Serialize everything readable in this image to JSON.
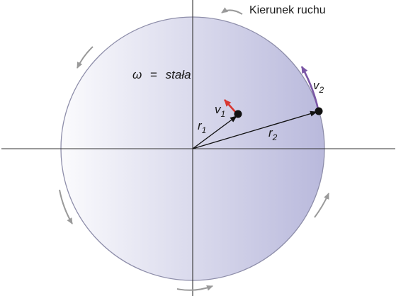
{
  "direction_label": "Kierunek ruchu",
  "omega_symbol": "ω",
  "omega_equals": "=",
  "omega_value": "stała",
  "v1": {
    "symbol": "v",
    "subscript": "1"
  },
  "v2": {
    "symbol": "v",
    "subscript": "2"
  },
  "r1": {
    "symbol": "r",
    "subscript": "1"
  },
  "r2": {
    "symbol": "r",
    "subscript": "2"
  },
  "colors": {
    "disk_left": "#fbfbfd",
    "disk_right": "#b9b9dc",
    "disk_edge": "#8e8eaa",
    "axis": "#333333",
    "arrow_gray": "#9a9a9a",
    "v1_arrow": "#d8352f",
    "v2_arrow": "#7a56a5",
    "radius_arrow": "#111111",
    "point": "#111111"
  }
}
